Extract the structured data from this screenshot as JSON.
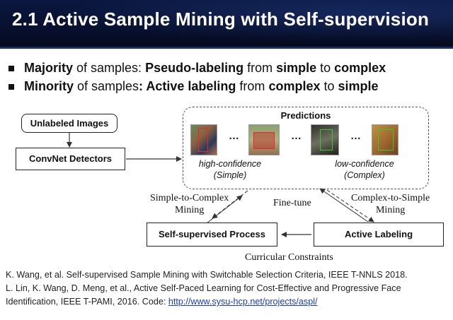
{
  "slide": {
    "title": "2.1 Active Sample Mining with Self-supervision",
    "bullets": [
      {
        "parts": [
          {
            "text": "Majority",
            "bold": true
          },
          {
            "text": " of samples: ",
            "bold": false
          },
          {
            "text": "Pseudo-labeling",
            "bold": true
          },
          {
            "text": " from ",
            "bold": false
          },
          {
            "text": "simple",
            "bold": true
          },
          {
            "text": " to ",
            "bold": false
          },
          {
            "text": "complex",
            "bold": true
          }
        ]
      },
      {
        "parts": [
          {
            "text": "Minority",
            "bold": true
          },
          {
            "text": " of samples",
            "bold": false
          },
          {
            "text": ": Active labeling",
            "bold": true
          },
          {
            "text": " from ",
            "bold": false
          },
          {
            "text": "complex",
            "bold": true
          },
          {
            "text": " to ",
            "bold": false
          },
          {
            "text": "simple",
            "bold": true
          }
        ]
      }
    ]
  },
  "diagram": {
    "unlabeled_images": "Unlabeled Images",
    "convnet_detectors": "ConvNet Detectors",
    "predictions_title": "Predictions",
    "ellipsis": "…",
    "high_conf": "high-confidence",
    "high_conf_sub": "(Simple)",
    "low_conf": "low-confidence",
    "low_conf_sub": "(Complex)",
    "simple_to_complex_1": "Simple-to-Complex",
    "simple_to_complex_2": "Mining",
    "complex_to_simple_1": "Complex-to-Simple",
    "complex_to_simple_2": "Mining",
    "fine_tune": "Fine-tune",
    "self_supervised": "Self-supervised Process",
    "active_labeling": "Active Labeling",
    "curricular": "Curricular Constraints"
  },
  "references": {
    "ref1": "K. Wang, et al. Self-supervised Sample Mining with Switchable Selection Criteria, IEEE T-NNLS 2018.",
    "ref2_line1": "L. Lin, K. Wang, D. Meng, et al., Active Self-Paced Learning for Cost-Effective and Progressive Face",
    "ref2_line2_prefix": "Identification, IEEE T-PAMI, 2016. Code: ",
    "code_link": "http://www.sysu-hcp.net/projects/aspl/"
  },
  "colors": {
    "title_bg": "#07102e",
    "title_text": "#ffffff",
    "link": "#1a3cc8"
  }
}
